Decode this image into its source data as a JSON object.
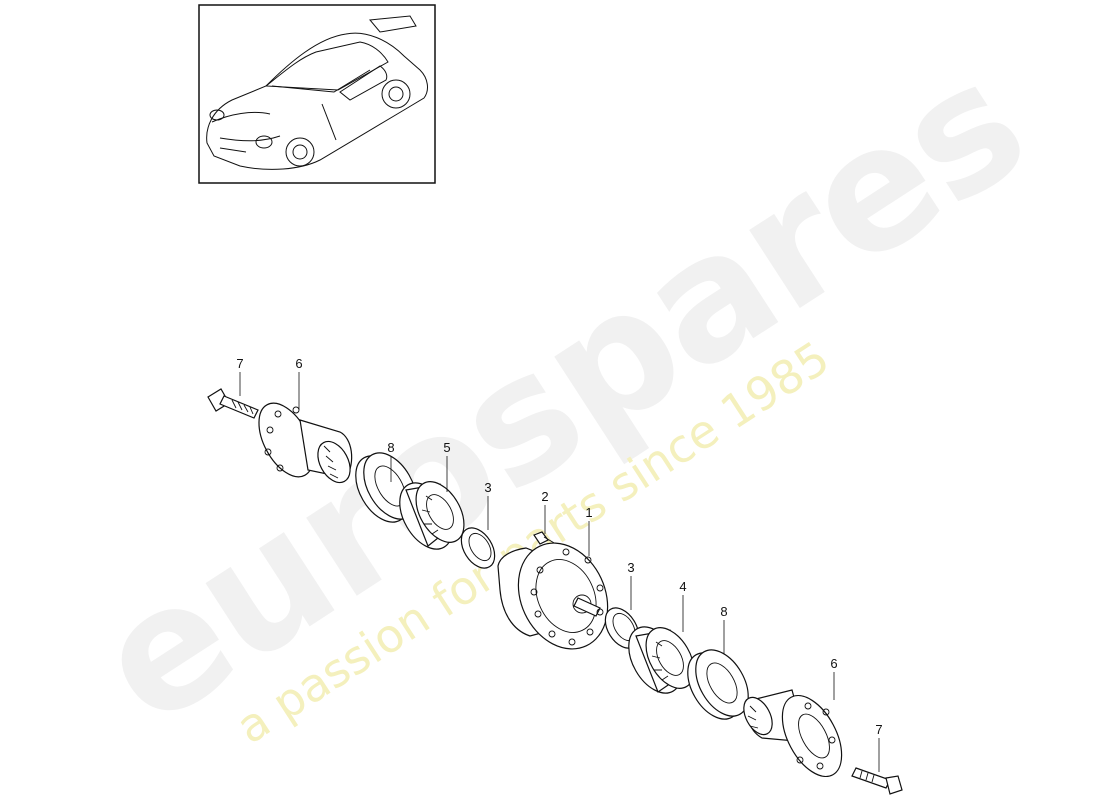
{
  "watermark": {
    "brand": "eurospares",
    "tagline": "a passion for parts since 1985"
  },
  "thumbnail": {
    "icon": "car-icon"
  },
  "callouts": [
    {
      "number": "7"
    },
    {
      "number": "6"
    },
    {
      "number": "8"
    },
    {
      "number": "5"
    },
    {
      "number": "3"
    },
    {
      "number": "2"
    },
    {
      "number": "1"
    },
    {
      "number": "3"
    },
    {
      "number": "4"
    },
    {
      "number": "8"
    },
    {
      "number": "6"
    },
    {
      "number": "7"
    }
  ],
  "parts": [
    {
      "name": "differential",
      "number": "1"
    },
    {
      "name": "bolt-small",
      "number": "2"
    },
    {
      "name": "shim-ring",
      "number": "3"
    },
    {
      "name": "tapered-bearing",
      "number": "4"
    },
    {
      "name": "tapered-bearing",
      "number": "5"
    },
    {
      "name": "drive-flange",
      "number": "6"
    },
    {
      "name": "flange-bolt",
      "number": "7"
    },
    {
      "name": "shaft-seal",
      "number": "8"
    }
  ],
  "colors": {
    "line": "#111111",
    "watermark_main": "#f1f1f1",
    "watermark_sub": "#f4f0bd"
  }
}
